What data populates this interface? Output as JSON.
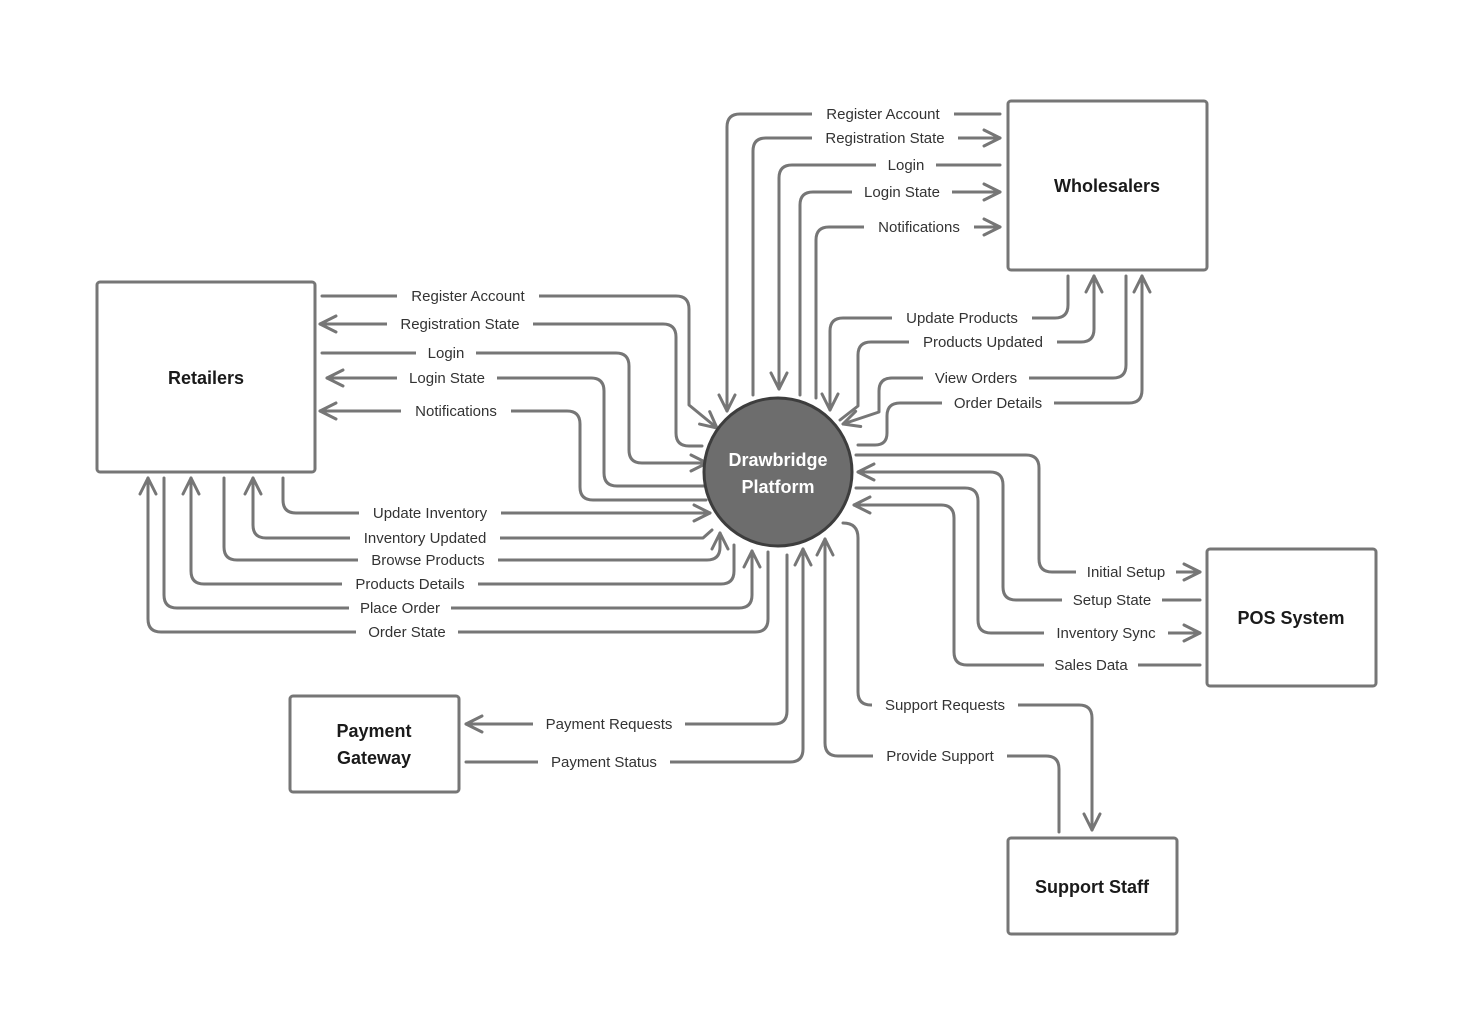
{
  "process": {
    "label_line1": "Drawbridge",
    "label_line2": "Platform"
  },
  "entities": {
    "wholesalers": "Wholesalers",
    "retailers": "Retailers",
    "pos_system": "POS System",
    "payment_gateway_line1": "Payment",
    "payment_gateway_line2": "Gateway",
    "support_staff": "Support Staff"
  },
  "flows": {
    "w_register_account": "Register Account",
    "w_registration_state": "Registration State",
    "w_login": "Login",
    "w_login_state": "Login State",
    "w_notifications": "Notifications",
    "w_update_products": "Update Products",
    "w_products_updated": "Products Updated",
    "w_view_orders": "View Orders",
    "w_order_details": "Order Details",
    "r_register_account": "Register Account",
    "r_registration_state": "Registration State",
    "r_login": "Login",
    "r_login_state": "Login State",
    "r_notifications": "Notifications",
    "r_update_inventory": "Update Inventory",
    "r_inventory_updated": "Inventory Updated",
    "r_browse_products": "Browse Products",
    "r_products_details": "Products Details",
    "r_place_order": "Place Order",
    "r_order_state": "Order State",
    "p_initial_setup": "Initial Setup",
    "p_setup_state": "Setup State",
    "p_inventory_sync": "Inventory Sync",
    "p_sales_data": "Sales Data",
    "g_payment_requests": "Payment Requests",
    "g_payment_status": "Payment Status",
    "s_support_requests": "Support Requests",
    "s_provide_support": "Provide Support"
  },
  "colors": {
    "line": "#767676",
    "process_fill": "#6d6d6d",
    "process_stroke": "#3d3d3d",
    "text": "#333333"
  }
}
